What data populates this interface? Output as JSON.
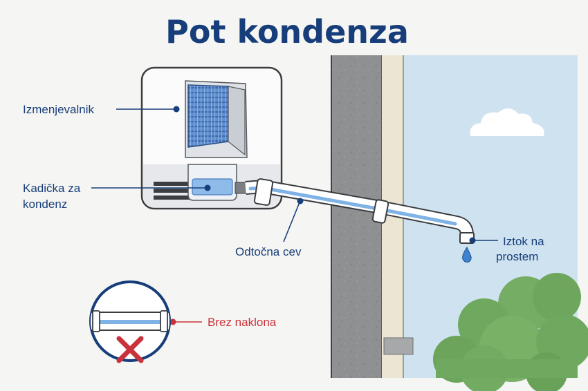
{
  "title": "Pot kondenza",
  "labels": {
    "exchanger": "Izmenjevalnik",
    "tray_line1": "Kadička za",
    "tray_line2": "kondenz",
    "drain_pipe": "Odtočna cev",
    "outlet_line1": "Iztok na",
    "outlet_line2": "prostem",
    "no_slope": "Brez naklona"
  },
  "colors": {
    "title": "#173e7a",
    "label": "#173e7a",
    "warning": "#c9323a",
    "sky": "#cfe2f0",
    "water": "#7fb2e5",
    "wall": "#8f9193",
    "foliage": "#6fa95f"
  },
  "icons": [
    "cloud-icon",
    "water-drop-icon",
    "cross-icon"
  ]
}
